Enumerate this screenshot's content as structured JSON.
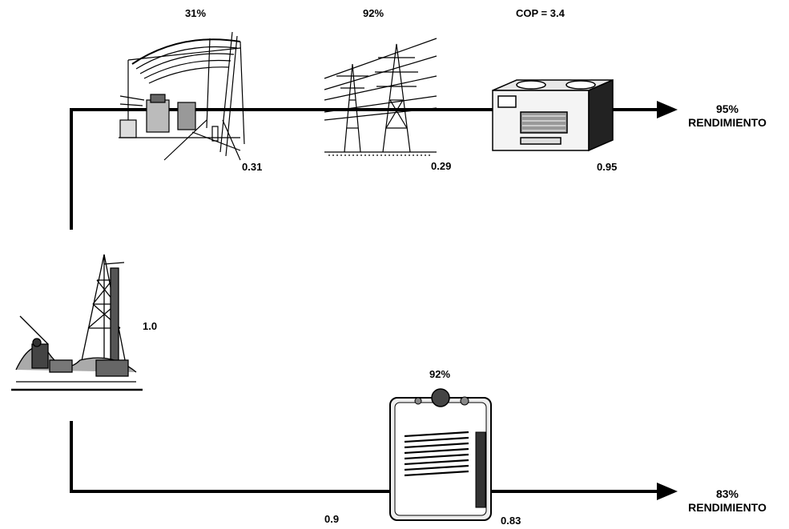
{
  "top_path": {
    "stages": [
      {
        "efficiency": "31%",
        "output": "0.31"
      },
      {
        "efficiency": "92%",
        "output": "0.29"
      },
      {
        "efficiency": "COP = 3.4",
        "output": "0.95"
      }
    ],
    "result": {
      "percent": "95%",
      "label": "RENDIMIENTO"
    }
  },
  "source": {
    "value": "1.0"
  },
  "bottom_path": {
    "input": "0.9",
    "efficiency": "92%",
    "output": "0.83",
    "result": {
      "percent": "83%",
      "label": "RENDIMIENTO"
    }
  }
}
